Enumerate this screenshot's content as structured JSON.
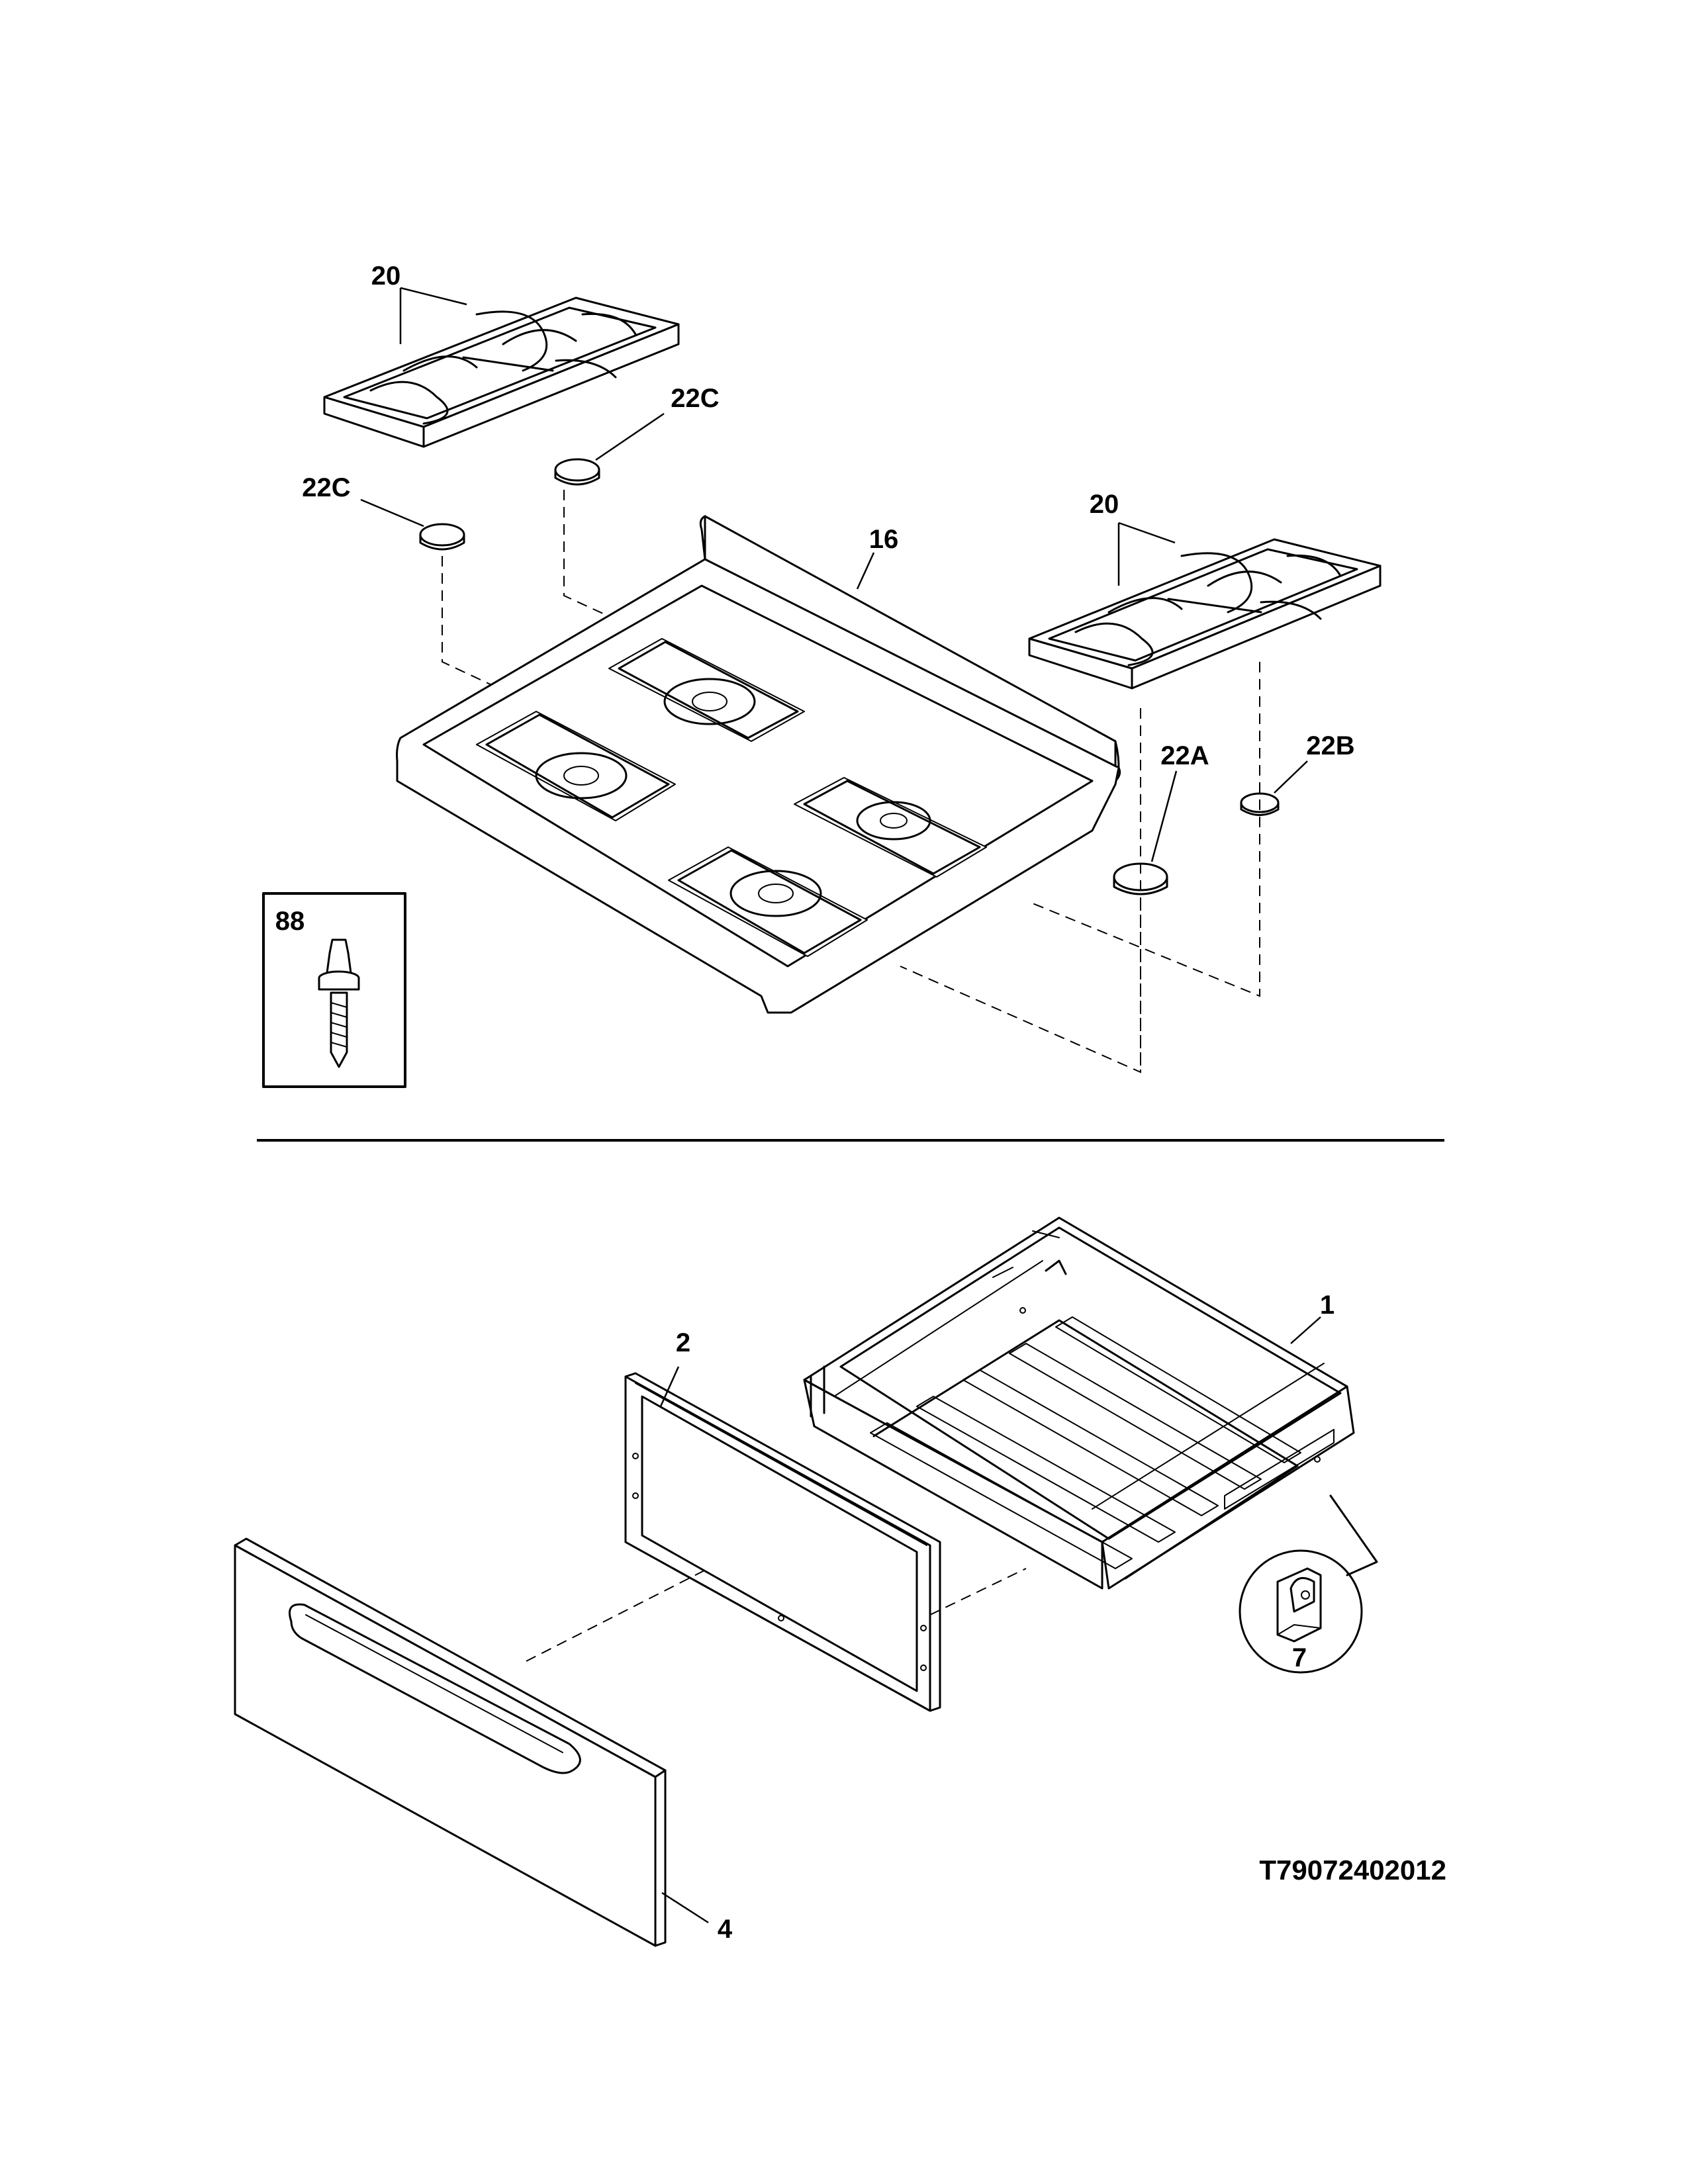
{
  "callouts": {
    "grate_left": "20",
    "grate_right": "20",
    "cap_22c_upper": "22C",
    "cap_22c_lower": "22C",
    "cooktop": "16",
    "cap_22a": "22A",
    "cap_22b": "22B",
    "stud_88": "88",
    "drawer_body": "1",
    "drawer_liner": "2",
    "clip": "7",
    "drawer_front": "4"
  },
  "diagram_id": "T79072402012"
}
